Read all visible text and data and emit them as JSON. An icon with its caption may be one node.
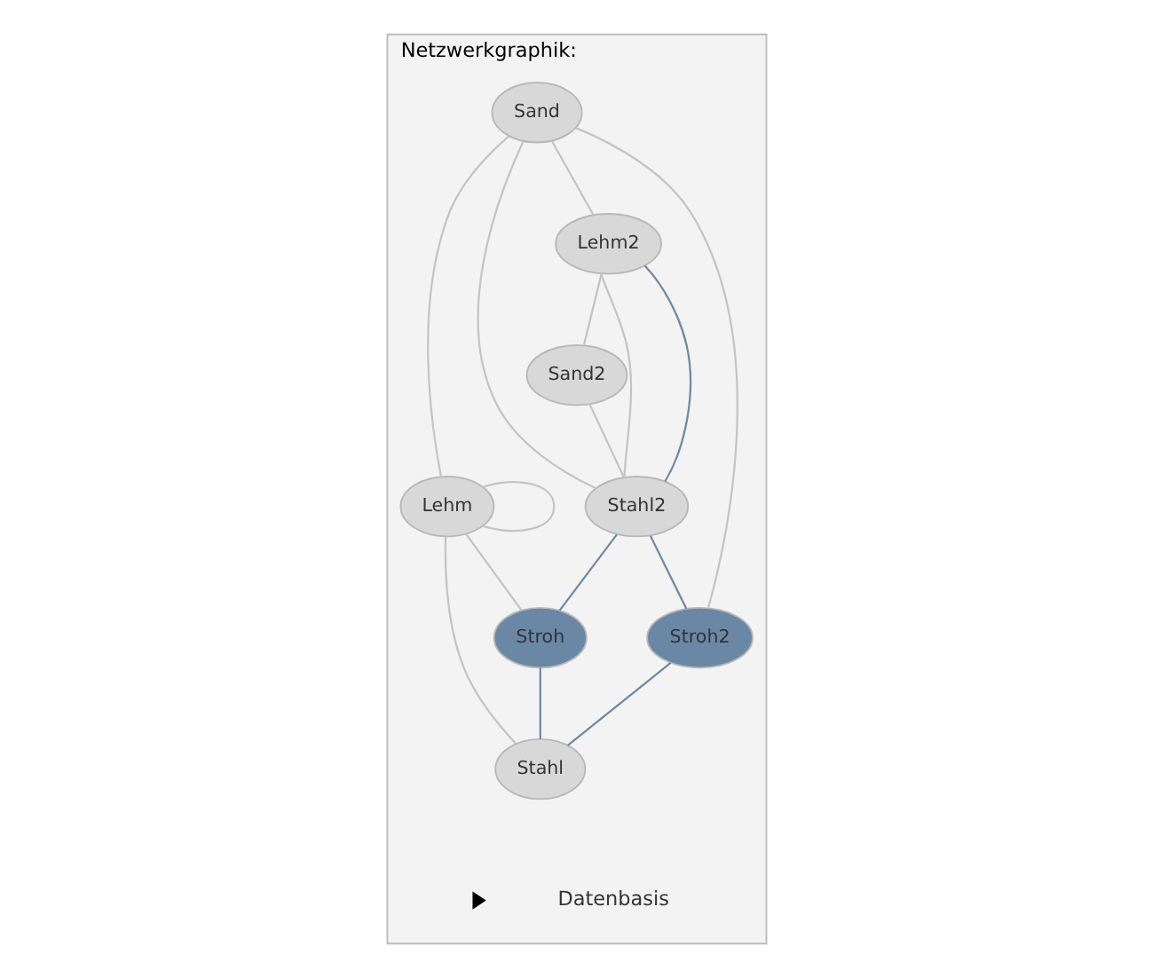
{
  "diagram": {
    "nodes": [
      {
        "text": [
          "Netzwerkgraphik:"
        ]
      },
      {
        "text": [
          "Sand"
        ],
        "in": 0
      },
      {
        "text": [
          "Lehm2"
        ],
        "in": 0
      },
      {
        "text": [
          "Lehm"
        ],
        "in": 0
      },
      {
        "text": [
          "Stroh2"
        ],
        "in": 0
      },
      {
        "text": [
          "Stahl2"
        ],
        "in": 0
      },
      {
        "text": [
          "Sand2"
        ],
        "in": 0
      },
      {
        "text": [
          "Stahl"
        ],
        "in": 0
      },
      {
        "text": [
          "Stroh"
        ],
        "in": 0
      }
    ],
    "edges": [
      {
        "from": 1,
        "to": 2,
        "arrow": "none"
      },
      {
        "from": 1,
        "to": 5,
        "arrow": "none"
      },
      {
        "from": 1,
        "to": 4,
        "arrow": "none"
      },
      {
        "from": 1,
        "to": 3,
        "arrow": "none"
      },
      {
        "from": 3,
        "to": 3,
        "arrow": "none"
      },
      {
        "from": 3,
        "to": 8,
        "arrow": "none"
      },
      {
        "from": 3,
        "to": 7,
        "arrow": "none"
      },
      {
        "from": 2,
        "to": 5,
        "arrow": "none"
      },
      {
        "from": 2,
        "to": 5,
        "arrow": "none",
        "color": "#6f89a3"
      },
      {
        "from": 2,
        "to": 6,
        "arrow": "none"
      },
      {
        "from": 6,
        "to": 5,
        "arrow": "none"
      },
      {
        "from": 5,
        "to": 4,
        "arrow": "none",
        "color": "#6f89a3"
      },
      {
        "from": 5,
        "to": 8,
        "arrow": "none",
        "color": "#6f89a3"
      },
      {
        "from": 4,
        "to": 7,
        "arrow": "none",
        "color": "#6f89a3"
      },
      {
        "from": 8,
        "to": 7,
        "arrow": "none",
        "color": "#6f89a3"
      }
    ],
    "labels": [
      "Datenbasis"
    ]
  }
}
